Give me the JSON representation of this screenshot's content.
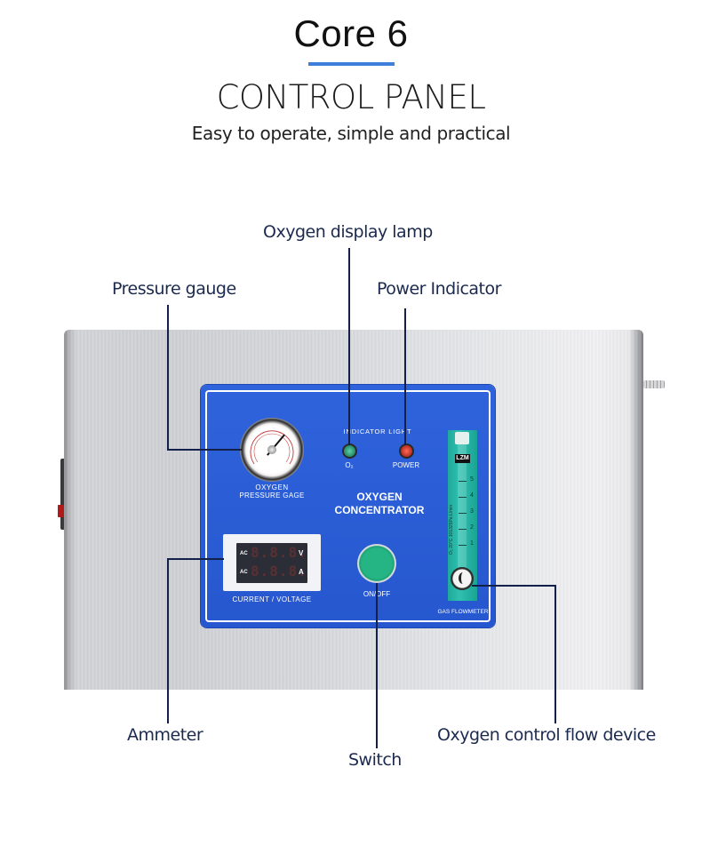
{
  "header": {
    "title": "Core 6",
    "subtitle": "CONTROL PANEL",
    "tagline": "Easy to operate, simple and practical",
    "accent_color": "#3d7fd9"
  },
  "callouts": {
    "oxygen_display_lamp": "Oxygen display lamp",
    "pressure_gauge": "Pressure gauge",
    "power_indicator": "Power Indicator",
    "ammeter": "Ammeter",
    "switch": "Switch",
    "oxygen_control_flow_device": "Oxygen control flow device",
    "line_color": "#12204a"
  },
  "panel": {
    "color": "#2c5fd8",
    "gauge_label_1": "OXYGEN",
    "gauge_label_2": "PRESSURE GAGE",
    "indicator_title": "INDICATOR LIGHT",
    "lamp_o2_label": "O₂",
    "lamp_power_label": "POWER",
    "product_name_1": "OXYGEN",
    "product_name_2": "CONCENTRATOR",
    "meter_row1_prefix": "AC",
    "meter_row1_digits": "8.8.8.",
    "meter_row1_unit": "V",
    "meter_row2_prefix": "AC",
    "meter_row2_digits": "8.8.8.",
    "meter_row2_unit": "A",
    "meter_label": "CURRENT / VOLTAGE",
    "switch_label": "ON/OFF",
    "flowmeter_brand": "LZM",
    "flowmeter_scale": [
      "5",
      "4",
      "3",
      "2",
      "1"
    ],
    "flowmeter_side_text": "O₂ 20°C 101325Pa L/min",
    "flowmeter_label": "GAS FLOWMETER"
  }
}
